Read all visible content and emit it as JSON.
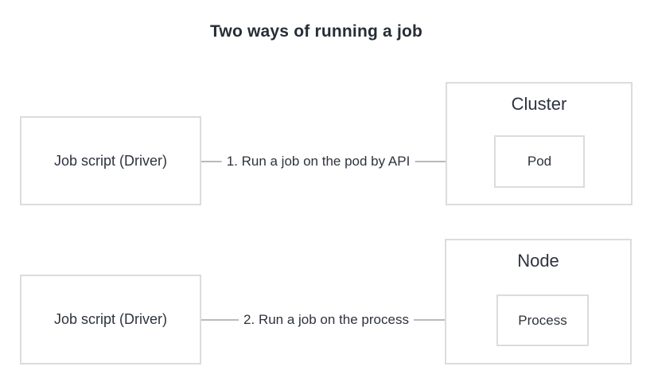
{
  "title": "Two ways of running a job",
  "colors": {
    "background": "#ffffff",
    "text": "#2d333e",
    "title_text": "#262d37",
    "box_border": "#dcdcdc",
    "arrow": "#a0a4aa"
  },
  "rows": [
    {
      "source_label": "Job script (Driver)",
      "edge_label": "1. Run a job on the pod by API",
      "container_label": "Cluster",
      "inner_label": "Pod"
    },
    {
      "source_label": "Job script (Driver)",
      "edge_label": "2. Run a job on the process",
      "container_label": "Node",
      "inner_label": "Process"
    }
  ]
}
